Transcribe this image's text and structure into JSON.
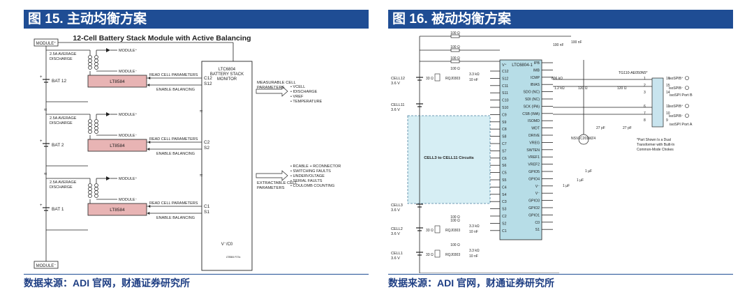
{
  "left": {
    "header": "图 15. 主动均衡方案",
    "source": "数据来源：ADI 官网，财通证券研究所",
    "title": "12-Cell Battery Stack Module with Active Balancing",
    "module_plus": "MODULE⁺",
    "module_minus": "MODULE⁻",
    "ltc": [
      "LTC6804",
      "BATTERY STACK",
      "MONITOR"
    ],
    "cells": [
      {
        "avg": [
          "2.5A AVERAGE",
          "DISCHARGE"
        ],
        "mod_plus": "MODULE⁺",
        "mod_minus": "MODULE⁻",
        "bat": "BAT 12",
        "chip": "LT8584",
        "read": "READ CELL PARAMETERS",
        "enable": "ENABLE BALANCING",
        "c": "C12",
        "s": "S12"
      },
      {
        "avg": [
          "2.5A AVERAGE",
          "DISCHARGE"
        ],
        "mod_plus": "MODULE⁺",
        "mod_minus": "MODULE⁻",
        "bat": "BAT 2",
        "chip": "LT8584",
        "read": "READ CELL PARAMETERS",
        "enable": "ENABLE BALANCING",
        "c": "C2",
        "s": "S2"
      },
      {
        "avg": [
          "2.5A AVERAGE",
          "DISCHARGE"
        ],
        "mod_plus": "MODULE⁺",
        "mod_minus": "MODULE⁻",
        "bat": "BAT 1",
        "chip": "LT8584",
        "read": "READ CELL PARAMETERS",
        "enable": "ENABLE BALANCING",
        "c": "C1",
        "s": "S1"
      }
    ],
    "vc0": "V⁻/C0",
    "measurable": [
      "MEASURABLE CELL",
      "PARAMETERS"
    ],
    "measurable_list": [
      "• VCELL",
      "• IDISCHARGE",
      "• VREF",
      "• TEMPERATURE"
    ],
    "extractable": [
      "EXTRACTABLE CELL",
      "PARAMETERS"
    ],
    "extractable_list": [
      "• RCABLE + RCONNECTOR",
      "• SWITCHING FAULTS",
      "• UNDERVOLTAGE",
      "• SERIAL FAULTS",
      "• COULOMB COUNTING"
    ],
    "fig_id": "LT8584 F07a"
  },
  "right": {
    "header": "图 16. 被动均衡方案",
    "source": "数据来源：ADI 官网，财通证券研究所",
    "chip": "LTC6804-1",
    "vplus": "V⁺",
    "pins_left": [
      "C12",
      "S12",
      "C11",
      "S11",
      "C10",
      "S10",
      "C9",
      "S9",
      "C8",
      "S8",
      "C7",
      "S7",
      "C6",
      "S6",
      "C5",
      "S5",
      "C4",
      "S4",
      "C3",
      "S3",
      "C2",
      "S2",
      "C1"
    ],
    "pins_right": [
      "IPB",
      "IMB",
      "ICMP",
      "IBIAS",
      "SDO (NC)",
      "SDI (NC)",
      "SCK (IPA)",
      "CSB (IMA)",
      "ISOMD",
      "WDT",
      "DRIVE",
      "VREG",
      "SWTEN",
      "VREF1",
      "VREF2",
      "GPIO5",
      "GPIO4",
      "V⁻",
      "V⁻",
      "GPIO3",
      "GPIO2",
      "GPIO1",
      "C0",
      "S1"
    ],
    "res100": "100 Ω",
    "cap100n": "100 nF",
    "r806k": "806 kΩ",
    "r12k": "1.2 kΩ",
    "r120": "120 Ω",
    "c27p": "27 pF",
    "c1u": "1 µF",
    "r33": "33 Ω",
    "rqj": "RQJ0303",
    "r33k": "3.3 kΩ",
    "c10n": "10 nF",
    "cells": [
      "CELL12",
      "CELL11",
      "CELL3",
      "CELL2",
      "CELL1"
    ],
    "cell_v": "3.6 V",
    "cell_box": "CELL3 to CELL11 Circuits",
    "xfmr": "TG110-AE050N5*",
    "isospib_plus": "isoSPIB⁺",
    "isospib_minus": "isoSPIB⁻",
    "portb": "isoSPI Port B",
    "porta": "isoSPI Port A",
    "xnums": [
      "1",
      "2",
      "3",
      "16",
      "15",
      "14",
      "6",
      "7",
      "8",
      "11",
      "10",
      "9"
    ],
    "transistor": "NSV1C201MZ4",
    "note": [
      "*Part Shown Is a Dual",
      "Transformer with Built-In",
      "Common-Mode Chokes"
    ]
  }
}
